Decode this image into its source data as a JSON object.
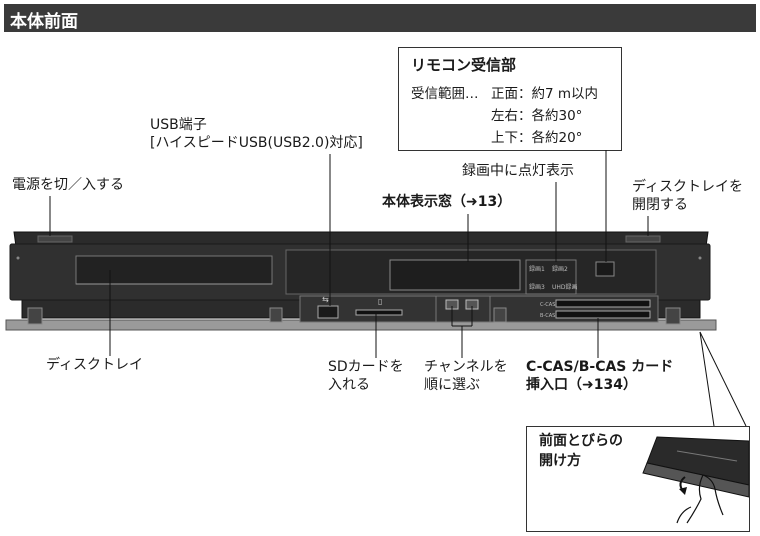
{
  "header": {
    "title": "本体前面"
  },
  "remote": {
    "title": "リモコン受信部",
    "range_label": "受信範囲…",
    "front": "正面：約7 m以内",
    "left_right": "左右：各約30°",
    "up_down": "上下：各約20°"
  },
  "labels": {
    "usb_line1": "USB端子",
    "usb_line2": "[ハイスピードUSB(USB2.0)対応]",
    "power": "電源を切／入する",
    "rec_indicator": "録画中に点灯表示",
    "display_window": "本体表示窓（➜13）",
    "disc_tray_open_line1": "ディスクトレイを",
    "disc_tray_open_line2": "開閉する",
    "disc_tray": "ディスクトレイ",
    "sd_line1": "SDカードを",
    "sd_line2": "入れる",
    "channel_line1": "チャンネルを",
    "channel_line2": "順に選ぶ",
    "cas_line1": "C-CAS/B-CAS カード",
    "cas_line2": "挿入口（➜134）"
  },
  "panel": {
    "rec1": "録画1",
    "rec2": "録画2",
    "rec3": "録画3",
    "rec_uhd": "UHD録画",
    "slot_ccas": "C-CAS",
    "slot_bcas": "B-CAS"
  },
  "inset": {
    "title_line1": "前面とびらの",
    "title_line2": "開け方"
  },
  "colors": {
    "header_bg": "#3a3a3a",
    "device_body": "#2b2b2b",
    "device_edge": "#555555"
  }
}
